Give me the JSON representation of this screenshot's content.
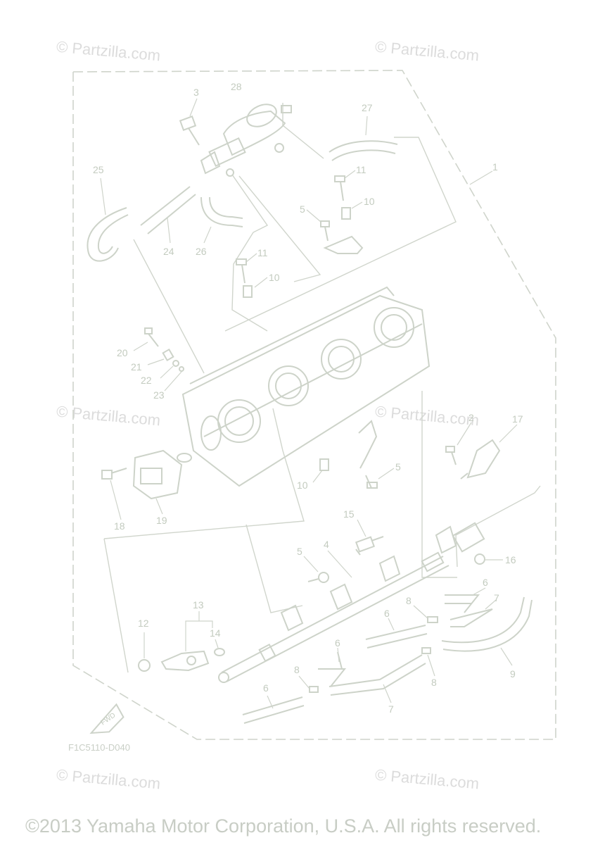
{
  "watermark_text": "© Partzilla.com",
  "diagram_code": "F1C5110-D040",
  "copyright": "©2013 Yamaha Motor Corporation, U.S.A. All rights reserved.",
  "fwd_label": "FWD",
  "callouts": {
    "c1": "1",
    "c2": "2",
    "c3": "3",
    "c4": "4",
    "c5a": "5",
    "c5b": "5",
    "c5c": "5",
    "c6a": "6",
    "c6b": "6",
    "c6c": "6",
    "c6d": "6",
    "c7a": "7",
    "c7b": "7",
    "c8a": "8",
    "c8b": "8",
    "c8c": "8",
    "c9": "9",
    "c10a": "10",
    "c10b": "10",
    "c10c": "10",
    "c11a": "11",
    "c11b": "11",
    "c12": "12",
    "c13": "13",
    "c14": "14",
    "c15": "15",
    "c16": "16",
    "c17": "17",
    "c18": "18",
    "c19": "19",
    "c20": "20",
    "c21": "21",
    "c22": "22",
    "c23": "23",
    "c24": "24",
    "c25": "25",
    "c26": "26",
    "c27": "27",
    "c28": "28"
  }
}
